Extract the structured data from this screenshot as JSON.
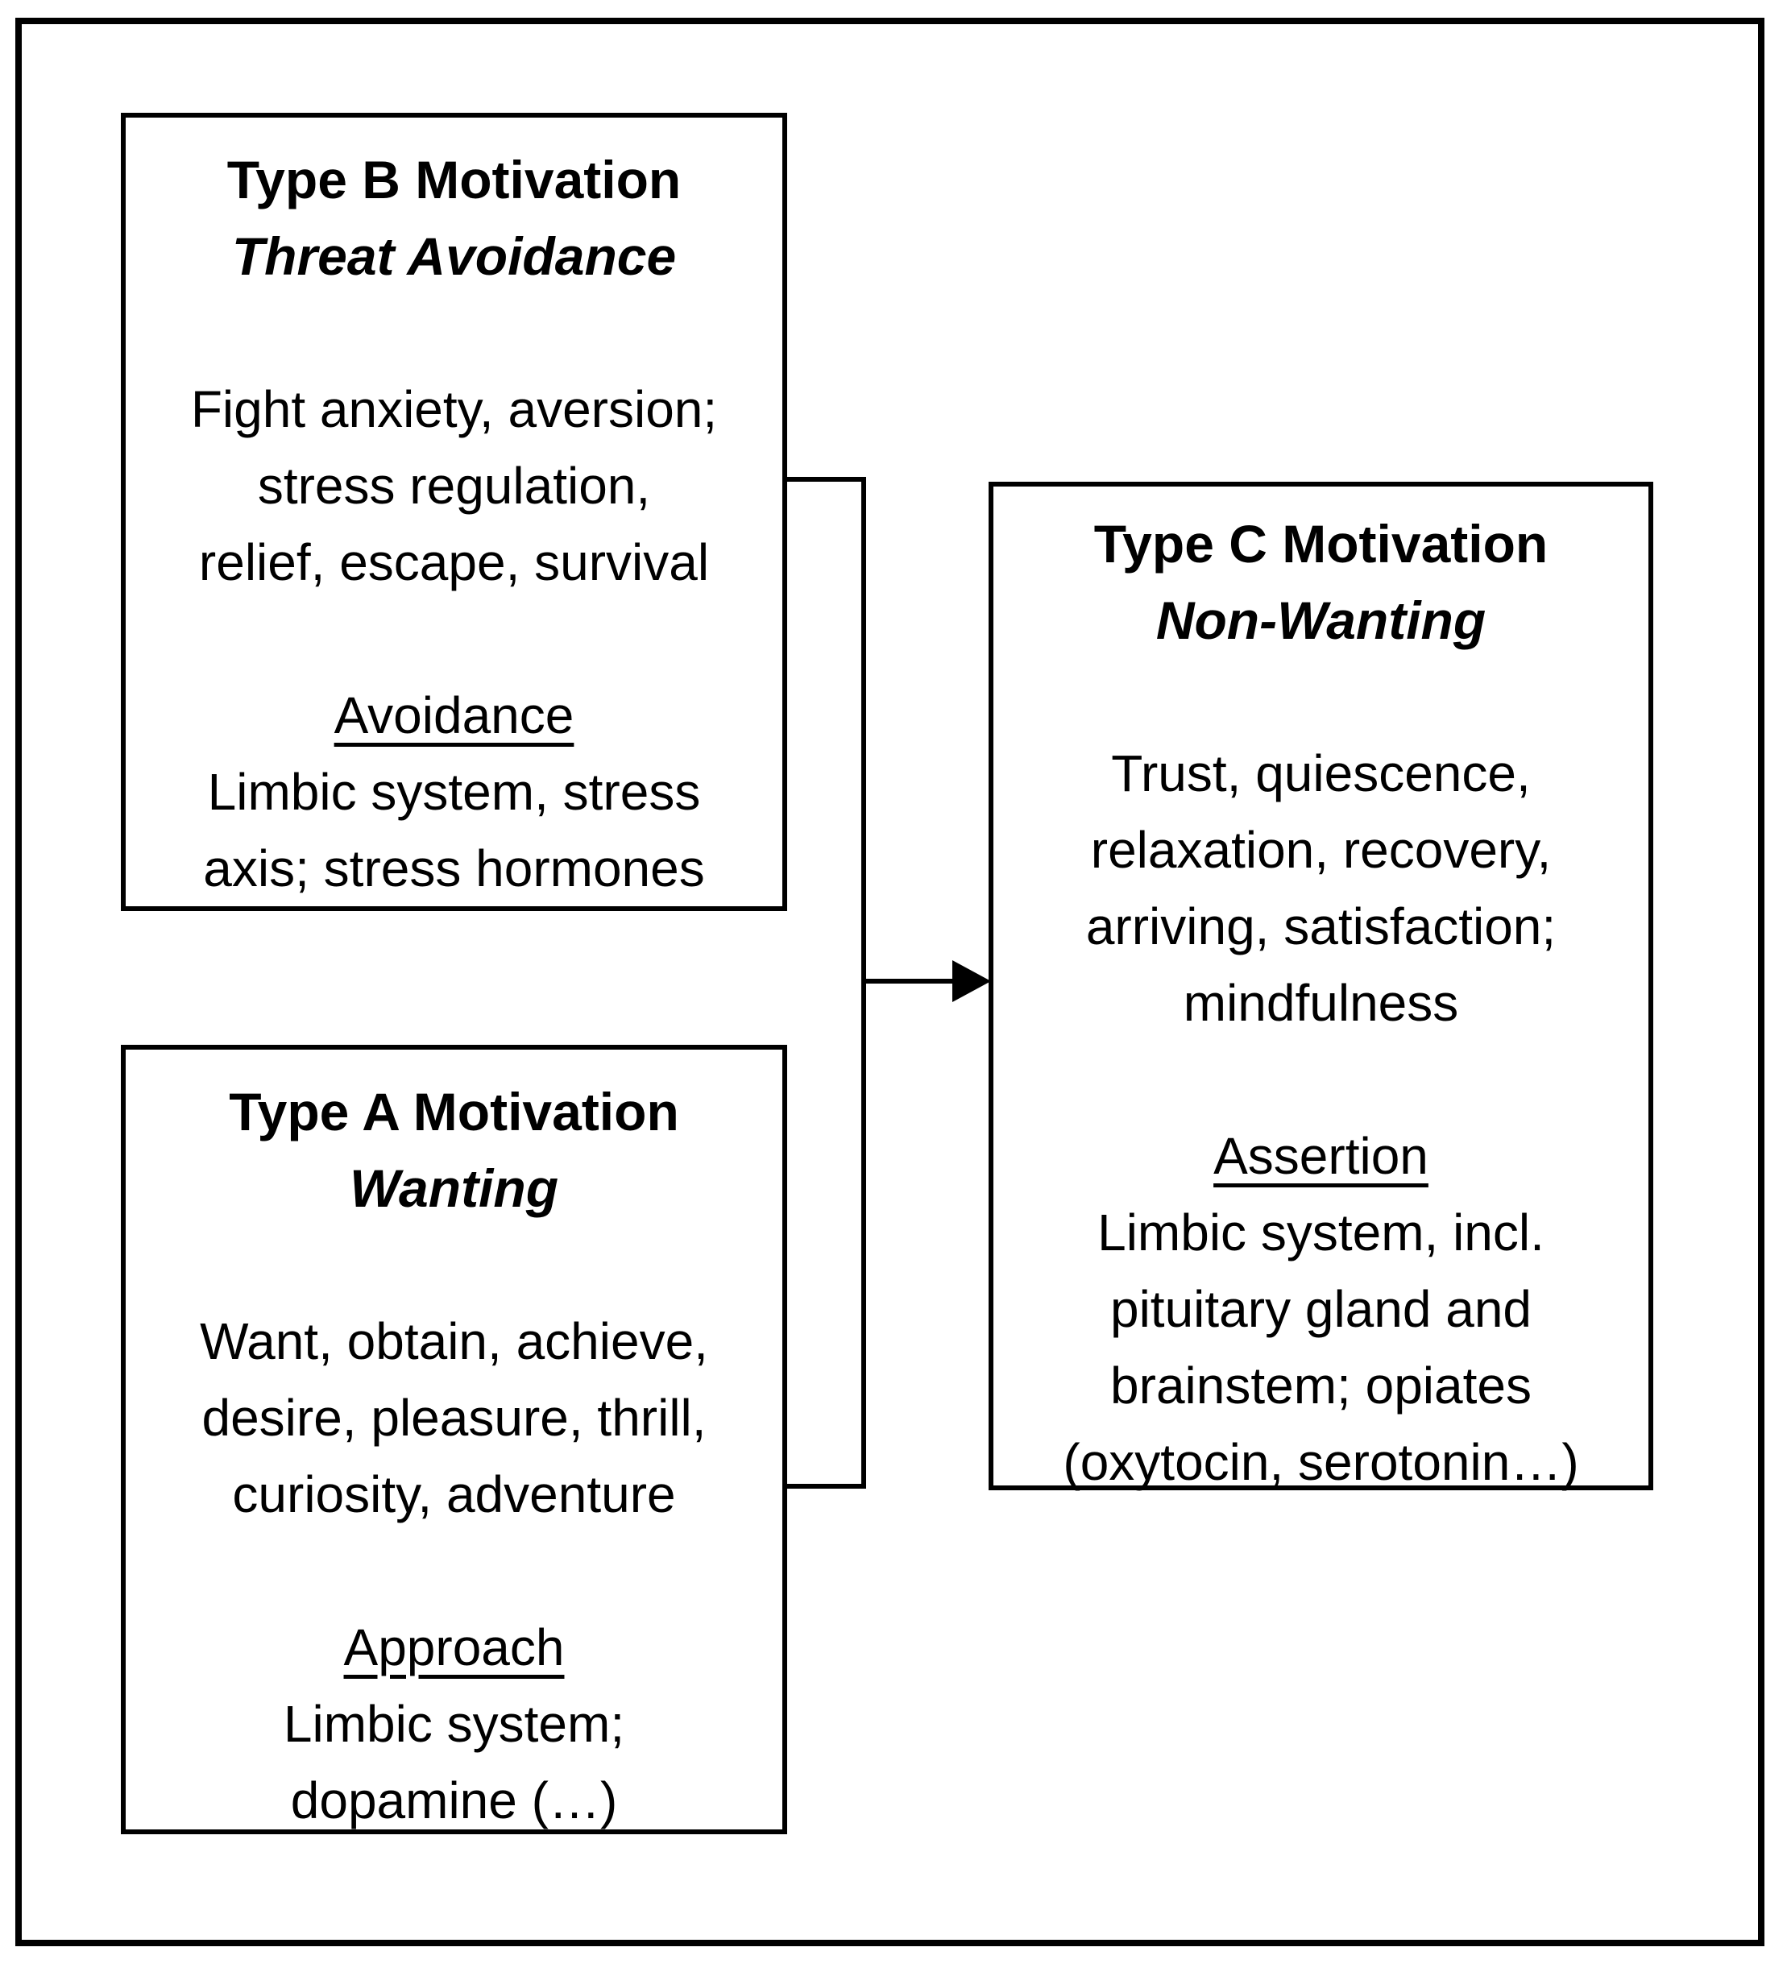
{
  "diagram": {
    "background_color": "#ffffff",
    "line_color": "#000000",
    "text_color": "#000000",
    "boxes": [
      {
        "id": "type-b",
        "title": "Type B Motivation",
        "subtitle": "Threat Avoidance",
        "description": "Fight anxiety, aversion;\nstress regulation,\nrelief, escape, survival",
        "mechanism_label": "Avoidance",
        "mechanism": "Limbic system, stress\naxis; stress hormones"
      },
      {
        "id": "type-a",
        "title": "Type A Motivation",
        "subtitle": "Wanting",
        "description": "Want, obtain, achieve,\ndesire, pleasure, thrill,\ncuriosity, adventure",
        "mechanism_label": "Approach",
        "mechanism": "Limbic system;\ndopamine (…)"
      },
      {
        "id": "type-c",
        "title": "Type C Motivation",
        "subtitle": "Non-Wanting",
        "description": "Trust, quiescence,\nrelaxation, recovery,\narriving, satisfaction;\nmindfulness",
        "mechanism_label": "Assertion",
        "mechanism": "Limbic system, incl.\npituitary gland and\nbrainstem; opiates\n(oxytocin, serotonin…)"
      }
    ],
    "connector": {
      "from": [
        "type-b",
        "type-a"
      ],
      "to": "type-c",
      "arrow_direction": "right"
    }
  }
}
